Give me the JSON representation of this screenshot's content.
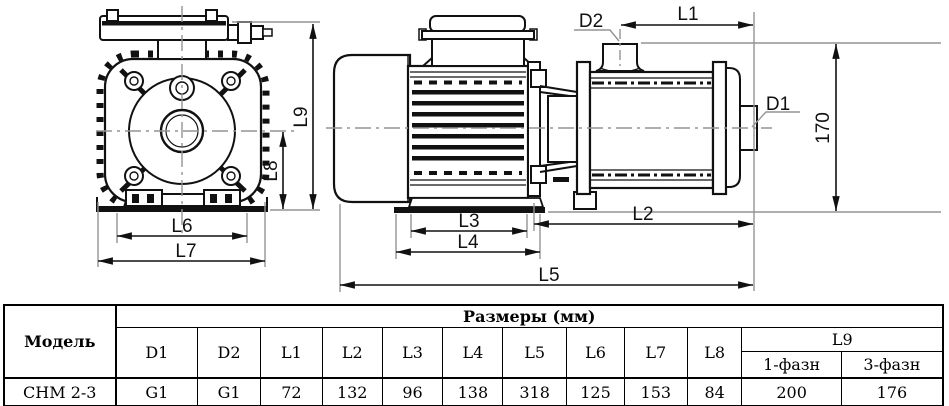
{
  "drawing": {
    "labels": {
      "l1": "L1",
      "l2": "L2",
      "l3": "L3",
      "l4": "L4",
      "l5": "L5",
      "l6": "L6",
      "l7": "L7",
      "l8": "L8",
      "l9": "L9",
      "d1": "D1",
      "d2": "D2",
      "h170": "170"
    },
    "colors": {
      "line": "#111111",
      "extension": "#949494"
    }
  },
  "table": {
    "model_header": "Модель",
    "sizes_header": "Размеры (мм)",
    "dim_columns": [
      "D1",
      "D2",
      "L1",
      "L2",
      "L3",
      "L4",
      "L5",
      "L6",
      "L7",
      "L8"
    ],
    "l9_header": "L9",
    "l9_sub_columns": [
      "1-фазн",
      "3-фазн"
    ],
    "rows": [
      {
        "model": "CHM 2-3",
        "values": [
          "G1",
          "G1",
          "72",
          "132",
          "96",
          "138",
          "318",
          "125",
          "153",
          "84",
          "200",
          "176"
        ]
      }
    ]
  }
}
